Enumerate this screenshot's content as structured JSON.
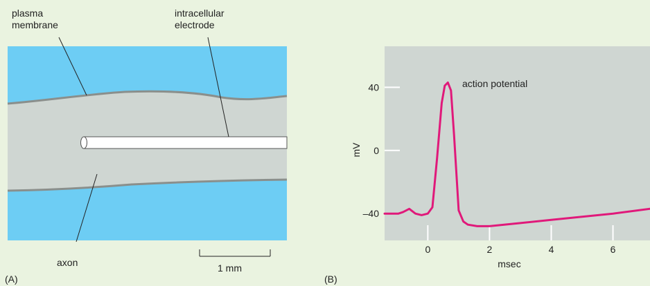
{
  "panel_a": {
    "panel_label": "(A)",
    "label_membrane_1": "plasma",
    "label_membrane_2": "membrane",
    "label_electrode_1": "intracellular",
    "label_electrode_2": "electrode",
    "label_axon": "axon",
    "scale_label": "1 mm",
    "colors": {
      "extracellular": "#6dcdf4",
      "axon": "#cfd6d2",
      "membrane": "#8a8f8c",
      "electrode": "#ffffff"
    }
  },
  "panel_b": {
    "panel_label": "(B)",
    "annotation": "action potential",
    "colors": {
      "plot_bg": "#cfd6d2",
      "trace": "#e0197a"
    }
  },
  "chart_data": {
    "type": "line",
    "xlabel": "msec",
    "ylabel": "mV",
    "x_ticks": [
      "0",
      "2",
      "4",
      "6"
    ],
    "y_ticks": [
      "40",
      "0",
      "–40"
    ],
    "xlim": [
      -1.4,
      7.2
    ],
    "ylim": [
      -57,
      66
    ],
    "grid": false,
    "series": [
      {
        "x": [
          -1.4,
          -0.95,
          -0.8,
          -0.6,
          -0.4,
          -0.2,
          0.0,
          0.15,
          0.3,
          0.45,
          0.55,
          0.65,
          0.75,
          0.85,
          1.0,
          1.15,
          1.3,
          1.6,
          2.0,
          3.0,
          4.0,
          5.0,
          6.0,
          7.2
        ],
        "y": [
          -40,
          -40,
          -39,
          -37,
          -40,
          -41,
          -40,
          -36,
          -5,
          30,
          41,
          43,
          38,
          10,
          -38,
          -45,
          -47,
          -48,
          -48,
          -46,
          -44,
          -42,
          -40,
          -37
        ]
      }
    ]
  }
}
